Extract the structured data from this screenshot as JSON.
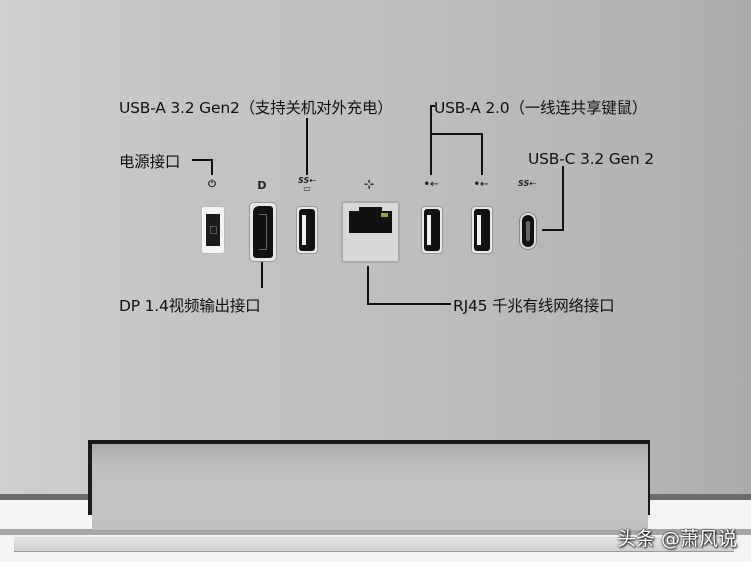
{
  "labels": {
    "usb_a_32": "USB-A 3.2 Gen2（支持关机对外充电）",
    "power": "电源接口",
    "usb_a_20": "USB-A 2.0（一线连共享键鼠）",
    "usb_c": "USB-C 3.2 Gen 2",
    "dp": "DP 1.4视频输出接口",
    "rj45": "RJ45 千兆有线网络接口"
  },
  "icons": {
    "power": "⏻",
    "dp": "D",
    "ss_usb_charge": "SS⇠ ▭",
    "network": "⊹",
    "usb": "•⇠",
    "ss_usb": "SS⇠"
  },
  "ports": [
    {
      "name": "power-port",
      "type": "DC power"
    },
    {
      "name": "displayport",
      "type": "DP 1.4"
    },
    {
      "name": "usb-a-32-charging",
      "type": "USB-A 3.2 Gen2"
    },
    {
      "name": "rj45",
      "type": "RJ45"
    },
    {
      "name": "usb-a-20-1",
      "type": "USB-A 2.0"
    },
    {
      "name": "usb-a-20-2",
      "type": "USB-A 2.0"
    },
    {
      "name": "usb-c",
      "type": "USB-C 3.2 Gen 2"
    }
  ],
  "watermark": "头条 @萧风说"
}
